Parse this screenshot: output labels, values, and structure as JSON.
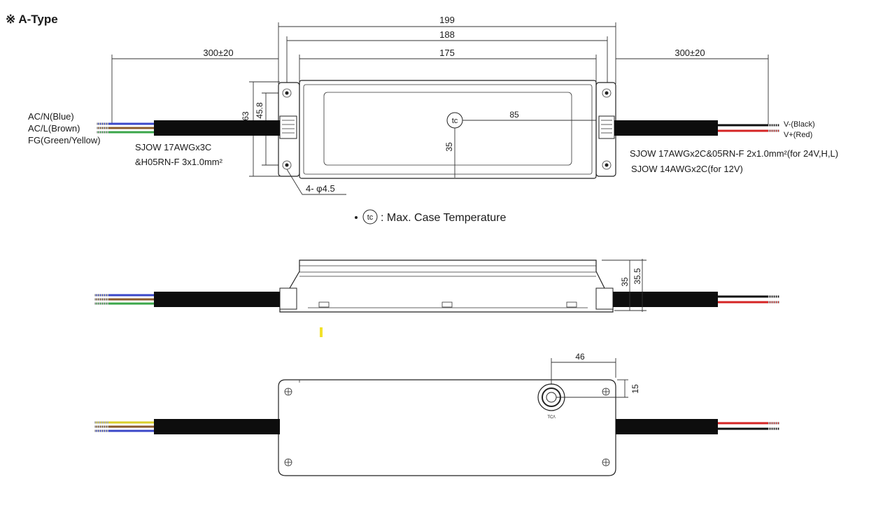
{
  "title": "※ A-Type",
  "dimensions": {
    "overall": "199",
    "mount": "188",
    "case": "175",
    "lead_left": "300±20",
    "lead_right": "300±20",
    "height_overall": "63",
    "height_mount": "45.8",
    "tc_x": "85",
    "tc_y": "35",
    "holes": "4- φ4.5",
    "side_h1": "35",
    "side_h2": "35.5",
    "bottom_x": "46",
    "bottom_y": "15"
  },
  "wires_input": [
    "AC/N(Blue)",
    "AC/L(Brown)",
    "FG(Green/Yellow)"
  ],
  "wires_output": [
    "V-(Black)",
    "V+(Red)"
  ],
  "cable_input": [
    "SJOW 17AWGx3C",
    "&H05RN-F 3x1.0mm²"
  ],
  "cable_output": [
    "SJOW 17AWGx2C&05RN-F 2x1.0mm²(for 24V,H,L)",
    "SJOW 14AWGx2C(for 12V)"
  ],
  "tc_symbol": "tc",
  "legend": "• ⓣⓒ : Max. Case Temperature",
  "legend_text": ": Max. Case Temperature",
  "bottom_label": "TC/\\",
  "colors": {
    "blue": "#3a47c8",
    "brown": "#8a5a2b",
    "green": "#3aa64a",
    "yellow": "#d9cf2a",
    "red": "#d52424",
    "black": "#111111",
    "marker": "#f2e12a"
  }
}
